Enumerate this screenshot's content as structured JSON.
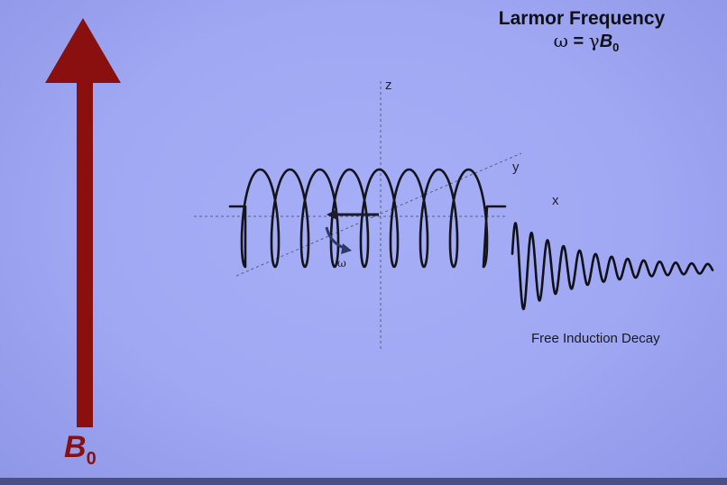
{
  "slide": {
    "title": "Larmor Frequency",
    "formula": {
      "omega": "ω",
      "equals": " = ",
      "gamma": "γ",
      "b": "B",
      "sub": "0"
    },
    "field_label": {
      "main": "B",
      "sub": "0"
    },
    "axes": {
      "z": "z",
      "y": "y",
      "x": "x"
    },
    "fid_label": "Free Induction Decay",
    "spin_symbol": "ω"
  },
  "colors": {
    "background": "#a0a8f4",
    "arrow": "#8a1010",
    "ink": "#1a1a22",
    "axis": "#55607a"
  },
  "icons": {
    "field_arrow": "up-arrow",
    "precession": "helix-coil",
    "signal": "damped-sine-wave"
  }
}
